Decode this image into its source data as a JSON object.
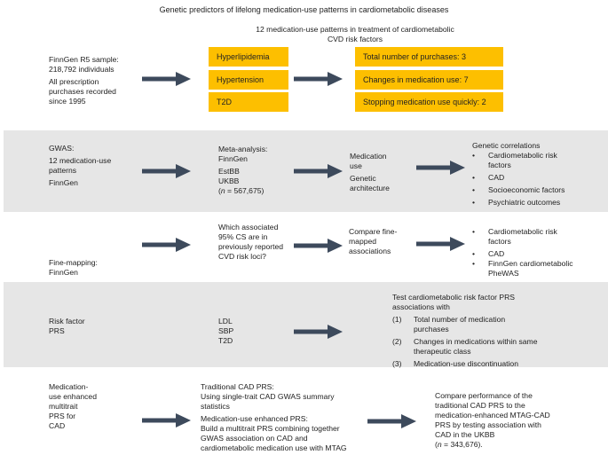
{
  "title": "Genetic predictors of lifelong medication-use patterns in cardiometabolic diseases",
  "colors": {
    "box": "#fdbf00",
    "arrow": "#3d4a5c",
    "band": "#e6e6e6"
  },
  "row1": {
    "header": [
      "12 medication-use patterns in treatment of cardiometabolic",
      "CVD risk factors"
    ],
    "source": [
      "FinnGen R5 sample:",
      "218,792 individuals",
      "All prescription",
      "purchases recorded",
      "since 1995"
    ],
    "diseases": [
      "Hyperlipidemia",
      "Hypertension",
      "T2D"
    ],
    "patterns": [
      "Total number of purchases: 3",
      "Changes in medication use: 7",
      "Stopping medication use quickly: 2"
    ]
  },
  "row2": {
    "left": [
      "GWAS:",
      "12 medication-use",
      "patterns",
      "FinnGen"
    ],
    "meta": [
      "Meta-analysis:",
      "FinnGen",
      "EstBB",
      "UKBB",
      "n",
      " = 567,675)"
    ],
    "middle": [
      "Medication",
      "use",
      "Genetic",
      "architecture"
    ],
    "right_title": "Genetic correlations",
    "right_items": [
      [
        "Cardiometabolic risk",
        "factors"
      ],
      [
        "CAD"
      ],
      [
        "Socioeconomic factors"
      ],
      [
        "Psychiatric outcomes"
      ]
    ]
  },
  "row3": {
    "left": [
      "Fine-mapping:",
      "FinnGen"
    ],
    "question": [
      "Which associated",
      "95% CS are in",
      "previously reported",
      "CVD risk loci?"
    ],
    "middle": [
      "Compare fine-",
      "mapped",
      "associations"
    ],
    "right_items": [
      [
        "Cardiometabolic risk",
        "factors"
      ],
      [
        "CAD"
      ],
      [
        "FinnGen cardiometabolic",
        "PheWAS"
      ]
    ]
  },
  "row4": {
    "left": [
      "Risk factor",
      "PRS"
    ],
    "traits": [
      "LDL",
      "SBP",
      "T2D"
    ],
    "right_title": [
      "Test cardiometabolic risk factor PRS",
      "associations with"
    ],
    "right_items": [
      {
        "num": "(1)",
        "lines": [
          "Total number of medication",
          "purchases"
        ]
      },
      {
        "num": "(2)",
        "lines": [
          "Changes in medications within same",
          "therapeutic class"
        ]
      },
      {
        "num": "(3)",
        "lines": [
          "Medication-use discontinuation"
        ]
      }
    ]
  },
  "row5": {
    "left": [
      "Medication-",
      "use enhanced",
      "multitrait",
      "PRS for",
      "CAD"
    ],
    "middle": [
      "Traditional CAD PRS:",
      "Using single-trait CAD GWAS summary",
      "statistics",
      "Medication-use enhanced PRS:",
      "Build a multitrait PRS combining together",
      "GWAS association on CAD and",
      "cardiometabolic medication use with MTAG"
    ],
    "right": [
      "Compare performance of the",
      "traditional CAD PRS to the",
      "medication-enhanced MTAG-CAD",
      "PRS by testing association with",
      "CAD in the UKBB",
      "n",
      " = 343,676)."
    ]
  }
}
